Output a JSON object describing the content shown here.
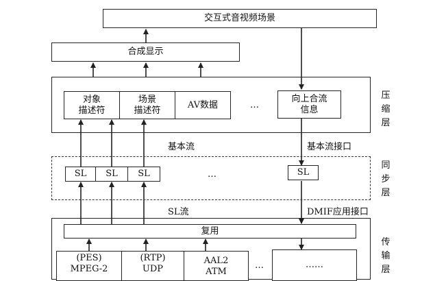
{
  "diagram": {
    "top": "交互式音视频场景",
    "compose": "合成显示",
    "compression": {
      "object_descriptor": "对象\n描述符",
      "scene_descriptor": "场景\n描述符",
      "av_data": "AV数据",
      "ellipsis": "…",
      "upstream_info": "向上合流\n信息",
      "layer_label": "压\n缩\n层"
    },
    "elementary_stream": "基本流",
    "elementary_stream_interface": "基本流接口",
    "sync": {
      "sl_1": "SL",
      "sl_2": "SL",
      "sl_3": "SL",
      "ellipsis": "…",
      "sl_4": "SL",
      "layer_label": "同\n步\n层"
    },
    "sl_stream": "SL流",
    "dmif_interface": "DMIF应用接口",
    "transport": {
      "multiplex": "复用",
      "pes": "(PES)\nMPEG-2",
      "rtp": "(RTP)\nUDP",
      "aal2": "AAL2\nATM",
      "ellipsis_1": "…",
      "ellipsis_2": "……",
      "layer_label": "传\n输\n层"
    }
  }
}
